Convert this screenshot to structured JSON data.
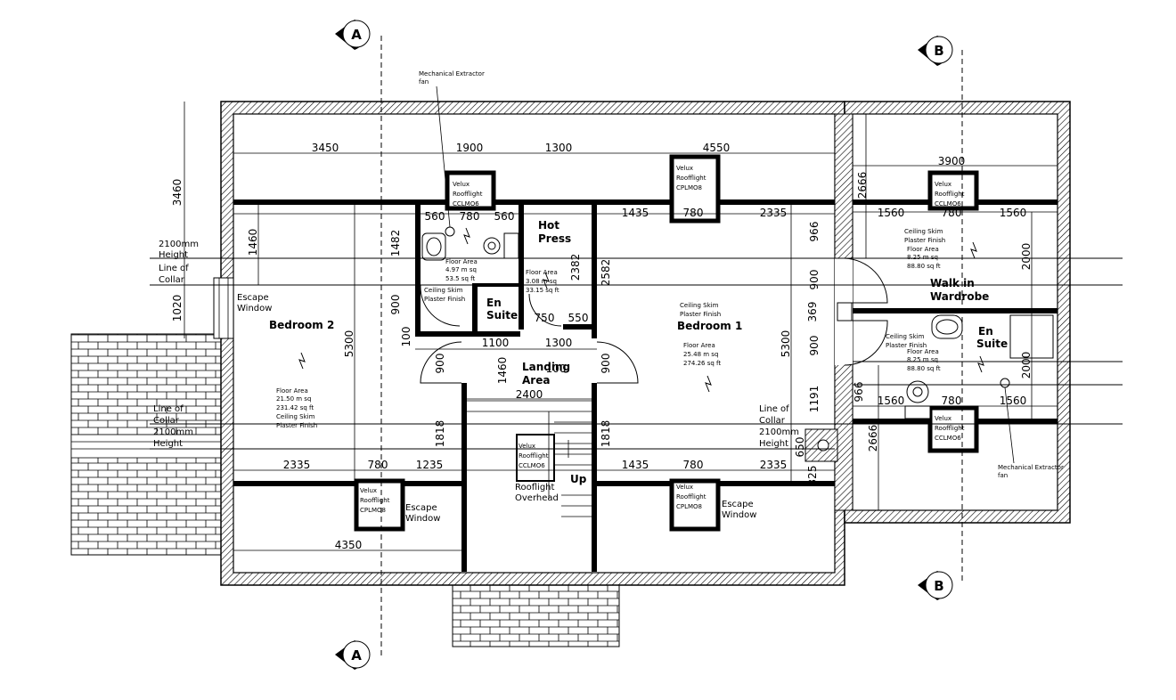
{
  "sections": {
    "a": "A",
    "b": "B"
  },
  "rooms": {
    "bedroom2": "Bedroom 2",
    "bedroom1": "Bedroom 1",
    "ensuite_a_1": "En",
    "ensuite_a_2": "Suite",
    "hotpress_1": "Hot",
    "hotpress_2": "Press",
    "landing_1": "Landing",
    "landing_2": "Area",
    "walkin_1": "Walk in",
    "walkin_2": "Wardrobe",
    "ensuite_b_1": "En",
    "ensuite_b_2": "Suite"
  },
  "notes": {
    "fan_top_1": "Mechanical Extractor",
    "fan_top_2": "fan",
    "fan_right_1": "Mechanical Extractor",
    "fan_right_2": "fan",
    "h2100_l_1": "2100mm",
    "h2100_l_2": "Height",
    "collar_l_1": "Line of",
    "collar_l_2": "Collar",
    "collar_l2_1": "Line of",
    "collar_l2_2": "Collar",
    "h2100_l2_1": "2100mm",
    "h2100_l2_2": "Height",
    "collar_r_1": "Line of",
    "collar_r_2": "Collar",
    "h2100_r_1": "2100mm",
    "h2100_r_2": "Height",
    "escape_left_1": "Escape",
    "escape_left_2": "Window",
    "escape_bot_l_1": "Escape",
    "escape_bot_l_2": "Window",
    "escape_bot_r_1": "Escape",
    "escape_bot_r_2": "Window",
    "rooflight_over_1": "Rooflight",
    "rooflight_over_2": "Overhead",
    "up": "Up"
  },
  "velux": {
    "v1": [
      "Velux",
      "Roofflight",
      "CCLMO6"
    ],
    "v2": [
      "Velux",
      "Roofflight",
      "CPLMO8"
    ],
    "v3": [
      "Velux",
      "Roofflight",
      "CCLMO6"
    ],
    "v4": [
      "Velux",
      "Roofflight",
      "CPLMO8"
    ],
    "v5": [
      "Velux",
      "Roofflight",
      "CCLMO6"
    ],
    "v6": [
      "Velux",
      "Roofflight",
      "CPLMO8"
    ],
    "v7": [
      "Velux",
      "Roofflight",
      "CCLMO6"
    ]
  },
  "areas": {
    "bed2": [
      "Floor Area",
      "21.50 m sq",
      "231.42 sq ft",
      "Ceiling Skim",
      "Plaster Finish"
    ],
    "ensA": [
      "Floor Area",
      "4.97 m sq",
      "53.5 sq ft"
    ],
    "ensA_ceiling": [
      "Ceiling Skim",
      "Plaster Finish"
    ],
    "hot": [
      "Floor Area",
      "3.08 m sq",
      "33.15 sq ft"
    ],
    "bed1_ceiling": [
      "Ceiling Skim",
      "Plaster Finish"
    ],
    "bed1": [
      "Floor Area",
      "25.48 m sq",
      "274.26 sq ft"
    ],
    "wardrobe": [
      "Ceiling Skim",
      "Plaster Finish",
      "Floor Area",
      "8.25 m sq",
      "88.80 sq ft"
    ],
    "ensB": [
      "Ceiling Skim",
      "Plaster Finish",
      "Floor Area",
      "8.25 m sq",
      "88.80 sq ft"
    ]
  },
  "dims": {
    "d3450": "3450",
    "d1900": "1900",
    "d1300a": "1300",
    "d4550": "4550",
    "d3900": "3900",
    "d3460": "3460",
    "d1460a": "1460",
    "d1482": "1482",
    "d1020": "1020",
    "d560a": "560",
    "d780a": "780",
    "d560b": "560",
    "d1435a": "1435",
    "d780b": "780",
    "d2335a": "2335",
    "d1560a": "1560",
    "d780c": "780",
    "d1560b": "1560",
    "d2666a": "2666",
    "d2000a": "2000",
    "d2000b": "2000",
    "d966a": "966",
    "d966b": "966",
    "d900a": "900",
    "d900b": "900",
    "d900c": "900",
    "d900d": "900",
    "d900e": "900",
    "d369": "369",
    "d2382": "2382",
    "d2582": "2582",
    "d750": "750",
    "d550": "550",
    "d1100": "1100",
    "d1300b": "1300",
    "d5300a": "5300",
    "d5300b": "5300",
    "d100a": "100",
    "d100b": "100",
    "d1460b": "1460",
    "d2400": "2400",
    "d1818a": "1818",
    "d1818b": "1818",
    "d1191": "1191",
    "d650": "650",
    "d325": "325",
    "d2335b": "2335",
    "d780d": "780",
    "d1235": "1235",
    "d1435b": "1435",
    "d780e": "780",
    "d2335c": "2335",
    "d1560c": "1560",
    "d780f": "780",
    "d1560d": "1560",
    "d2666b": "2666",
    "d4350": "4350"
  }
}
